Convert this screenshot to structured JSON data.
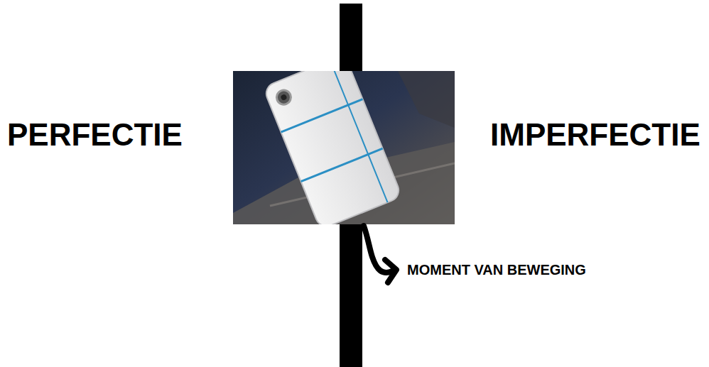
{
  "diagram": {
    "labels": [
      "PERFECTIE",
      "IMPERFECTIE",
      "MOMENT VAN BEWEGING"
    ]
  }
}
